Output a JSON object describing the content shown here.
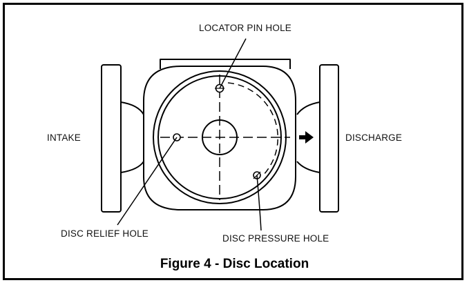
{
  "labels": {
    "locator_pin_hole": "LOCATOR PIN HOLE",
    "intake": "INTAKE",
    "discharge": "DISCHARGE",
    "disc_relief_hole": "DISC RELIEF HOLE",
    "disc_pressure_hole": "DISC PRESSURE HOLE"
  },
  "caption": "Figure 4 - Disc Location",
  "colors": {
    "line": "#000000",
    "background": "#ffffff"
  }
}
